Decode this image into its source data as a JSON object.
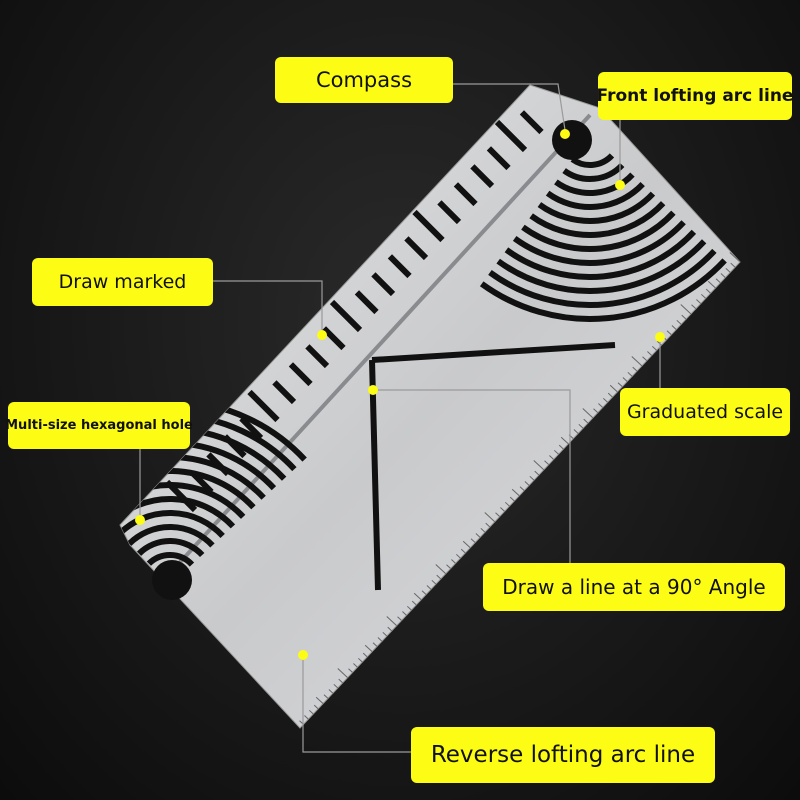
{
  "labels": {
    "compass": "Compass",
    "front_arc": "Front lofting arc line",
    "draw_marked": "Draw marked",
    "hex_hole": "Multi-size hexagonal hole",
    "graduated_scale": "Graduated scale",
    "right_angle": "Draw a line at a 90°  Angle",
    "reverse_arc": "Reverse lofting arc line"
  },
  "colors": {
    "label_bg": "#fcfc14",
    "ruler": "#cfd0d2",
    "connector": "#9a9a9a"
  }
}
